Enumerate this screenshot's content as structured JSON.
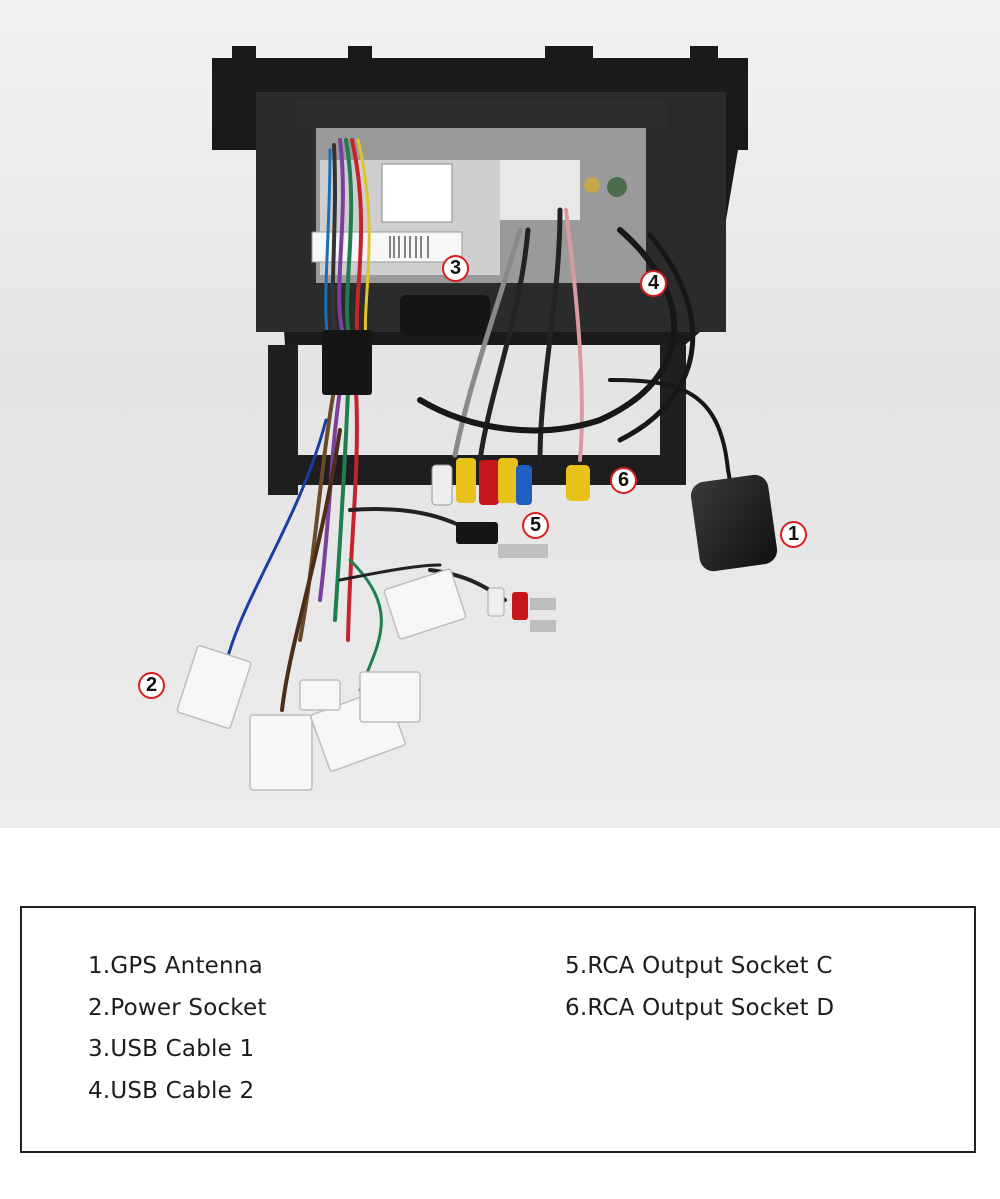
{
  "markers": [
    "1",
    "2",
    "3",
    "4",
    "5",
    "6"
  ],
  "legend": {
    "left": [
      "1.GPS Antenna",
      "2.Power Socket",
      "3.USB Cable 1",
      "4.USB Cable 2"
    ],
    "right": [
      "5.RCA Output Socket C",
      "6.RCA Output Socket D"
    ]
  },
  "colors": {
    "background": "#e6e6e6",
    "frame": "#1b1b1b",
    "marker_border": "#d51f1f",
    "rca_red": "#c8171b",
    "rca_yellow": "#e8c21a",
    "rca_white": "#eeeeee"
  }
}
